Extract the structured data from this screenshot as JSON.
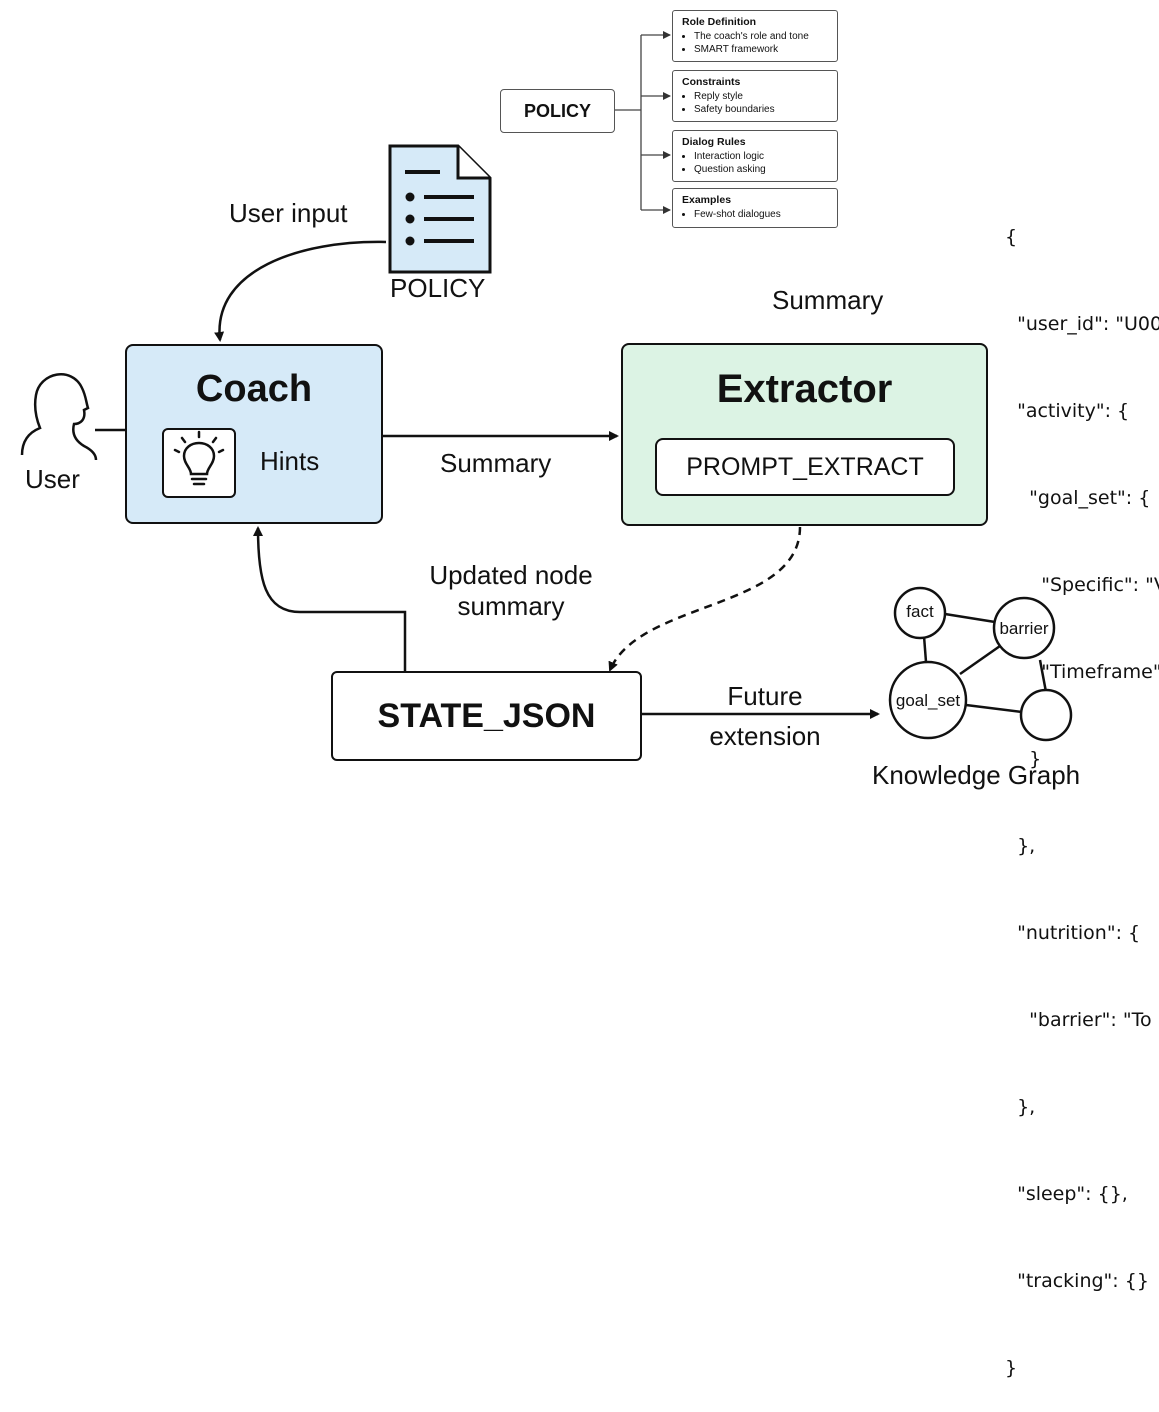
{
  "policy_tree": {
    "root": "POLICY",
    "branches": [
      {
        "title": "Role Definition",
        "items": [
          "The coach's role and tone",
          "SMART framework"
        ]
      },
      {
        "title": "Constraints",
        "items": [
          "Reply style",
          "Safety boundaries"
        ]
      },
      {
        "title": "Dialog Rules",
        "items": [
          "Interaction logic",
          "Question asking"
        ]
      },
      {
        "title": "Examples",
        "items": [
          "Few-shot dialogues"
        ]
      }
    ]
  },
  "policy_doc": {
    "label": "POLICY",
    "icon": "document-icon"
  },
  "labels": {
    "user_input": "User input",
    "summary_top": "Summary",
    "summary_arrow": "Summary",
    "updated_line1": "Updated node",
    "updated_line2": "summary",
    "future_line1": "Future",
    "future_line2": "extension",
    "user": "User"
  },
  "coach": {
    "title": "Coach",
    "hints_label": "Hints",
    "icon": "lightbulb-icon"
  },
  "extractor": {
    "title": "Extractor",
    "prompt": "PROMPT_EXTRACT"
  },
  "state": {
    "title": "STATE_JSON"
  },
  "knowledge_graph": {
    "title": "Knowledge Graph",
    "nodes": [
      "fact",
      "barrier",
      "goal_set",
      ""
    ]
  },
  "json_snippet": [
    "{",
    "  \"user_id\": \"U00",
    "  \"activity\": {",
    "    \"goal_set\": {",
    "      \"Specific\": \"V",
    "      \"Timeframe\"",
    "    }",
    "  },",
    "  \"nutrition\": {",
    "    \"barrier\": \"To",
    "  },",
    "  \"sleep\": {},",
    "  \"tracking\": {}",
    "}"
  ]
}
